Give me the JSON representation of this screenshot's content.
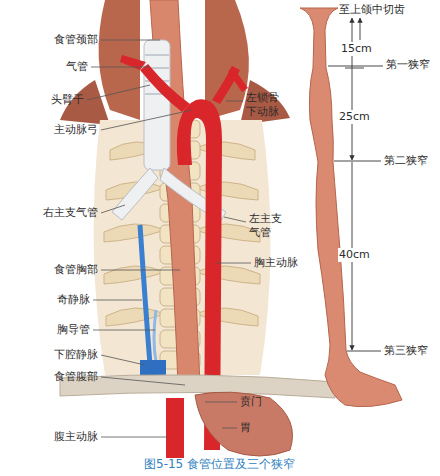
{
  "diagram": {
    "caption": "图5-15 食管位置及三个狭窄",
    "labels": [
      "食管颈部",
      "气管",
      "头臂干",
      "主动脉弓",
      "右主支气管",
      "食管胸部",
      "奇静脉",
      "胸导管",
      "下腔静脉",
      "食管腹部",
      "腹主动脉",
      "左锁骨下动脉",
      "左主支气管",
      "胸主动脉",
      "贲门",
      "胃",
      "至上颌中切齿",
      "15cm",
      "第一狭窄",
      "25cm",
      "第二狭窄",
      "40cm",
      "第三狭窄"
    ]
  }
}
